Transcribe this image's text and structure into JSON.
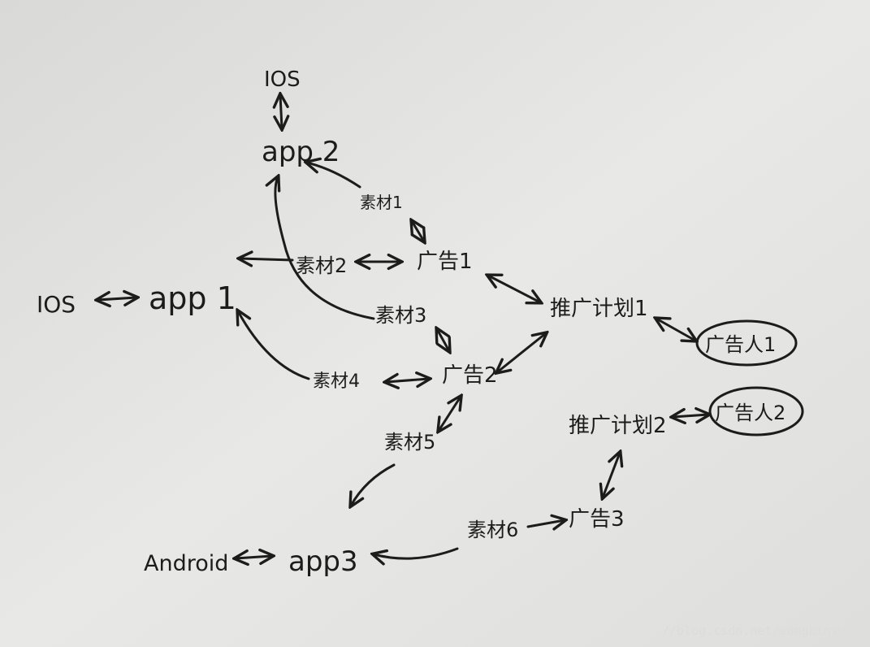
{
  "nodes": {
    "ios_top": "IOS",
    "app2": "app 2",
    "material1": "素材1",
    "material2": "素材2",
    "ad1": "广告1",
    "ios_left": "IOS",
    "app1": "app 1",
    "material3": "素材3",
    "plan1": "推广计划1",
    "advertiser1": "广告人1",
    "material4": "素材4",
    "ad2": "广告2",
    "plan2": "推广计划2",
    "advertiser2": "广告人2",
    "material5": "素材5",
    "material6": "素材6",
    "ad3": "广告3",
    "android": "Android",
    "app3": "app3"
  },
  "watermark": "//blog.csdn.net/songbinxu",
  "colors": {
    "paper": "#e6e6e4",
    "ink": "#1c1c1c"
  }
}
